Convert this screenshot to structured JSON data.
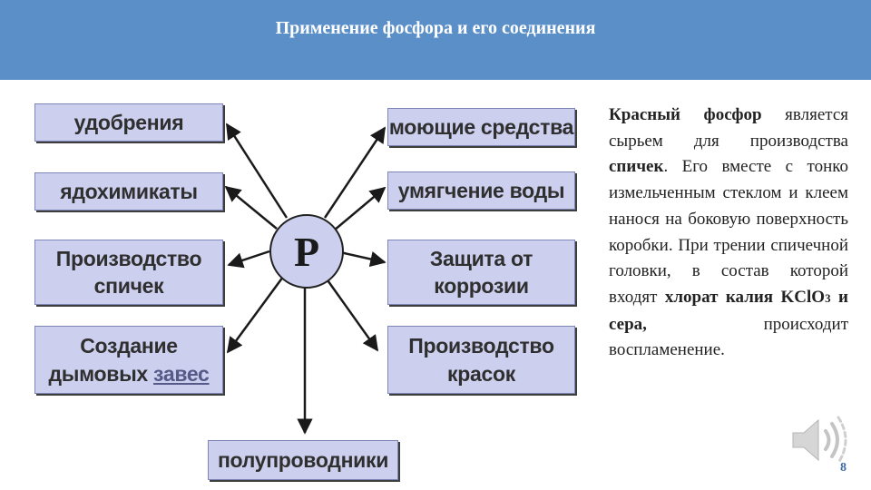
{
  "slide": {
    "title": "Применение фосфора и его соединения",
    "page_number": "8"
  },
  "diagram": {
    "center": "P",
    "left_boxes": [
      {
        "lines": [
          "удобрения"
        ]
      },
      {
        "lines": [
          "ядохимикаты"
        ]
      },
      {
        "lines": [
          "Производство",
          "спичек"
        ]
      },
      {
        "lines": [
          "Создание",
          "дымовых"
        ],
        "link": "завес"
      }
    ],
    "right_boxes": [
      {
        "lines": [
          "моющие средства"
        ]
      },
      {
        "lines": [
          "умягчение воды"
        ]
      },
      {
        "lines": [
          "Защита от",
          "коррозии"
        ]
      },
      {
        "lines": [
          "Производство",
          "красок"
        ]
      }
    ],
    "bottom_box": "полупроводники"
  },
  "description": {
    "p1": "Красный фосфор",
    "p2": " является сырьем для производства ",
    "p3": "спичек",
    "p4": ". Его вместе с тонко измельченным стеклом и клеем нанося на боковую поверхность коробки. При трении спичечной головки, в состав которой входят ",
    "p5": "хлорат калия KClO",
    "p5_sub": "3",
    "p6": " и сера,",
    "p7": " происходит воспламенение."
  },
  "colors": {
    "header": "#5b8fc8",
    "box_fill": "#ccd0ee",
    "page_number": "#3b6aa5"
  },
  "icons": {
    "audio": "speaker-icon"
  }
}
